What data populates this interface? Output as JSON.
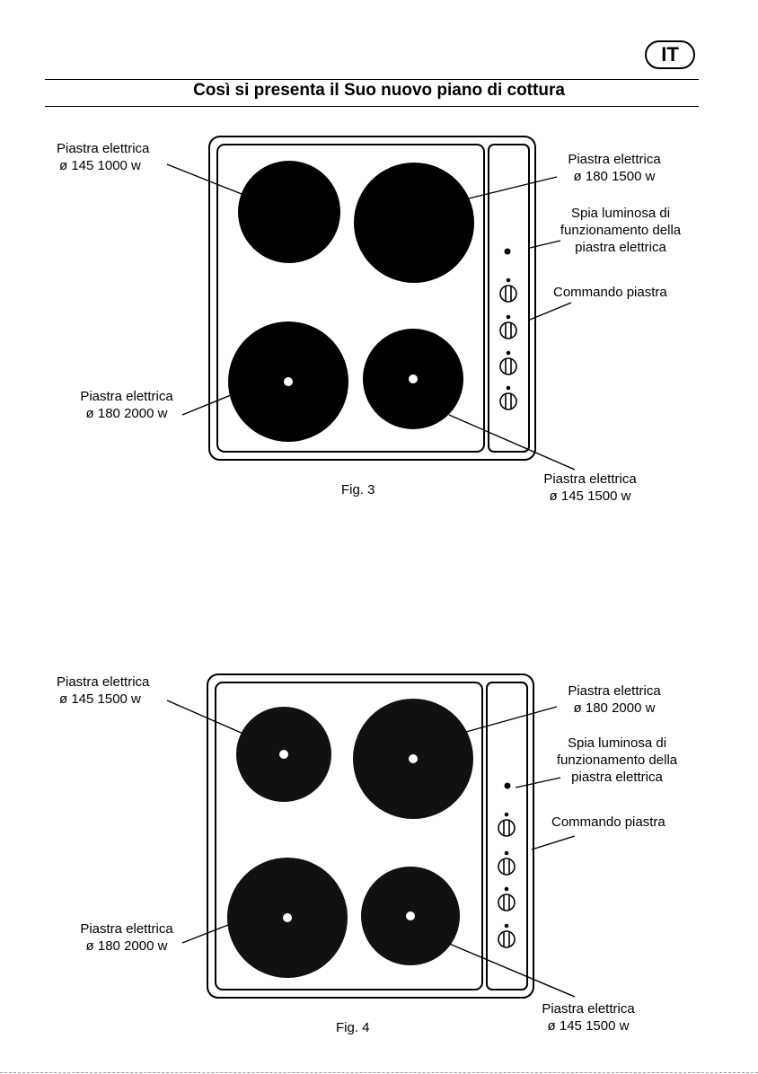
{
  "header": {
    "lang": "IT",
    "title": "Così si presenta il Suo nuovo piano di cottura"
  },
  "fig3": {
    "caption": "Fig. 3",
    "top_left": {
      "line1": "Piastra elettrica",
      "line2": "ø 145 1000 w"
    },
    "top_right": {
      "line1": "Piastra elettrica",
      "line2": "ø 180 1500 w"
    },
    "indicator": {
      "line1": "Spia luminosa di",
      "line2": "funzionamento della",
      "line3": "piastra elettrica"
    },
    "control": "Commando piastra",
    "bottom_left": {
      "line1": "Piastra elettrica",
      "line2": "ø 180 2000 w"
    },
    "bottom_right": {
      "line1": "Piastra elettrica",
      "line2": "ø 145 1500 w"
    }
  },
  "fig4": {
    "caption": "Fig. 4",
    "top_left": {
      "line1": "Piastra elettrica",
      "line2": "ø 145 1500 w"
    },
    "top_right": {
      "line1": "Piastra elettrica",
      "line2": "ø 180 2000 w"
    },
    "indicator": {
      "line1": "Spia luminosa di",
      "line2": "funzionamento della",
      "line3": "piastra elettrica"
    },
    "control": "Commando piastra",
    "bottom_left": {
      "line1": "Piastra elettrica",
      "line2": "ø 180 2000 w"
    },
    "bottom_right": {
      "line1": "Piastra elettrica",
      "line2": "ø 145 1500 w"
    }
  }
}
